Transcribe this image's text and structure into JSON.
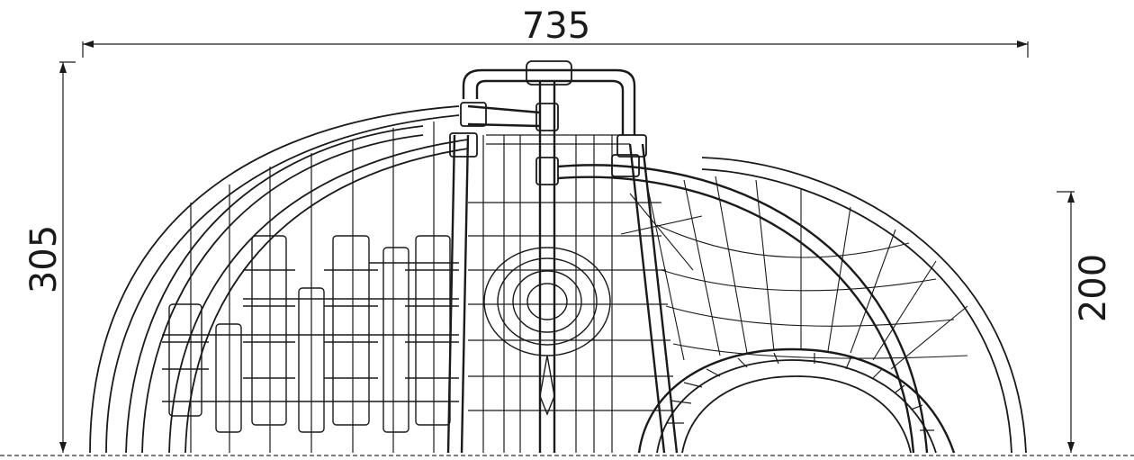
{
  "dimensions": {
    "width_label": "735",
    "height_label": "305",
    "net_height_label": "200"
  },
  "colors": {
    "line": "#1a1a1a",
    "background": "#ffffff",
    "ground": "#555555"
  }
}
